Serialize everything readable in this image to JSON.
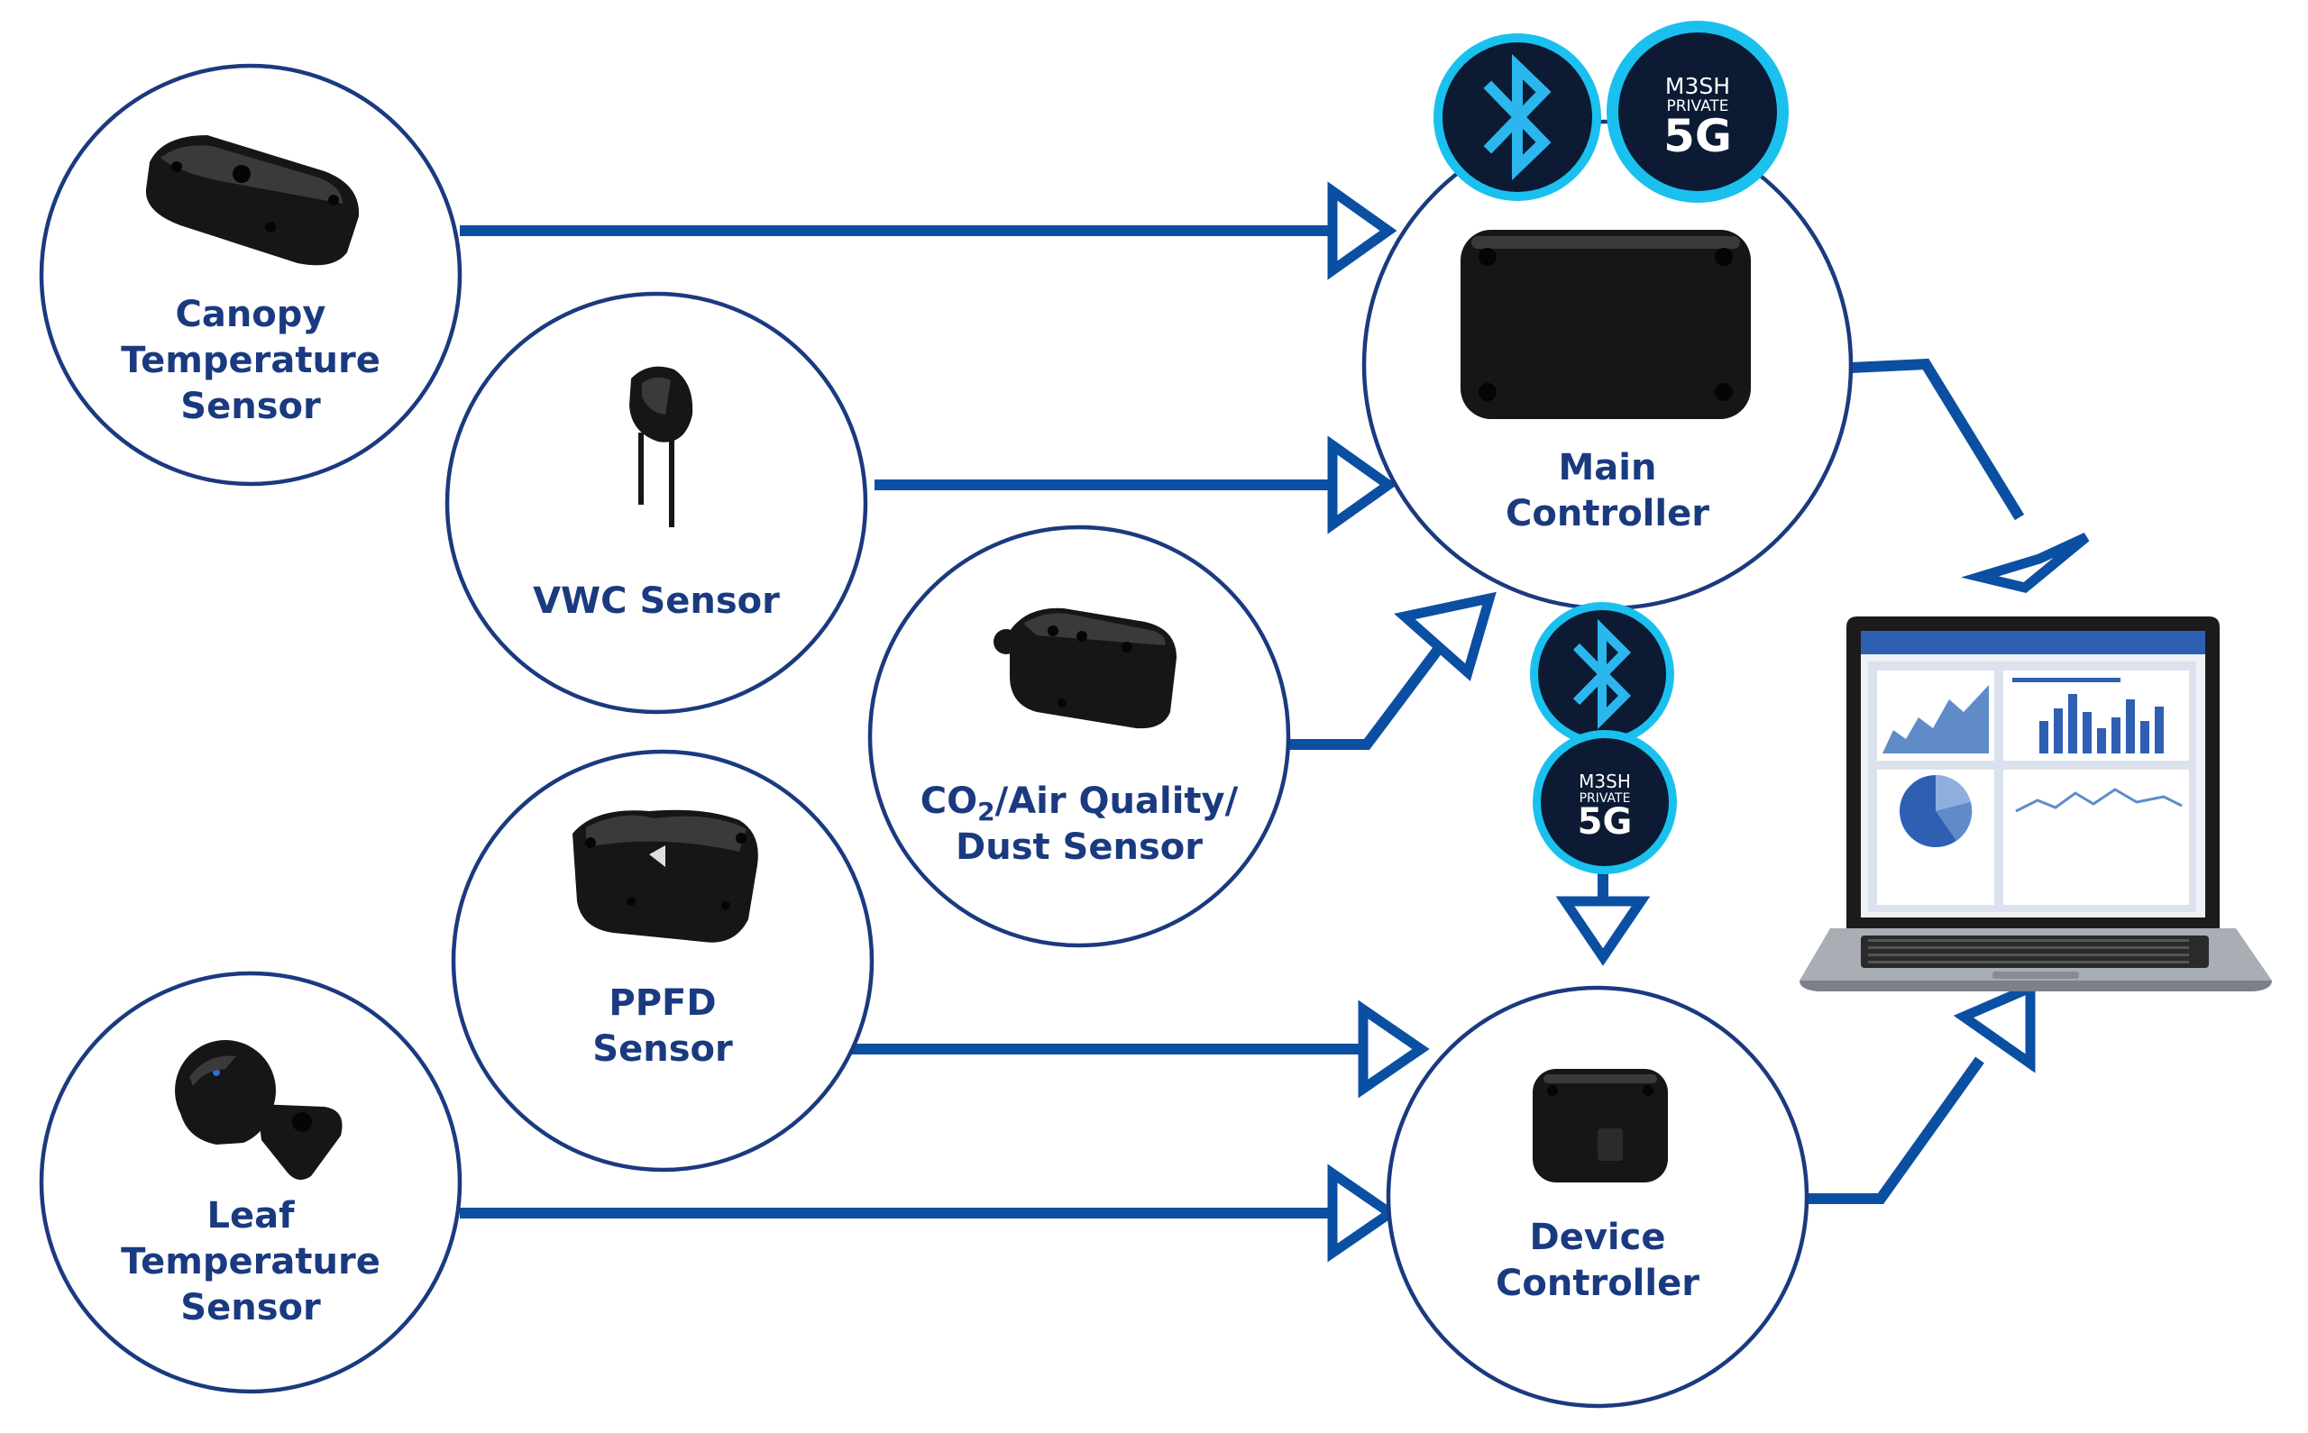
{
  "nodes": {
    "canopy": {
      "lines": [
        "Canopy",
        "Temperature",
        "Sensor"
      ]
    },
    "vwc": {
      "lines": [
        "VWC Sensor"
      ]
    },
    "co2": {
      "line1_pre": "CO",
      "line1_sub": "2",
      "line1_post": "/Air Quality/",
      "line2": "Dust Sensor"
    },
    "ppfd": {
      "lines": [
        "PPFD",
        "Sensor"
      ]
    },
    "leaf": {
      "lines": [
        "Leaf",
        "Temperature",
        "Sensor"
      ]
    },
    "main": {
      "lines": [
        "Main",
        "Controller"
      ]
    },
    "device": {
      "lines": [
        "Device",
        "Controller"
      ]
    }
  },
  "badges": {
    "mesh_line1": "M3SH",
    "mesh_line2": "PRIVATE",
    "mesh_line3": "5G",
    "bluetooth_icon": "bluetooth-icon",
    "mesh_icon": "mesh-private-5g-icon"
  },
  "icons": {
    "laptop": "laptop-dashboard-icon"
  },
  "colors": {
    "arrow": "#0b4fa3",
    "circle_border": "#1a3a80",
    "label_text": "#1a3a80",
    "badge_ring": "#1ac0ee",
    "badge_core": "#0c1a33"
  }
}
